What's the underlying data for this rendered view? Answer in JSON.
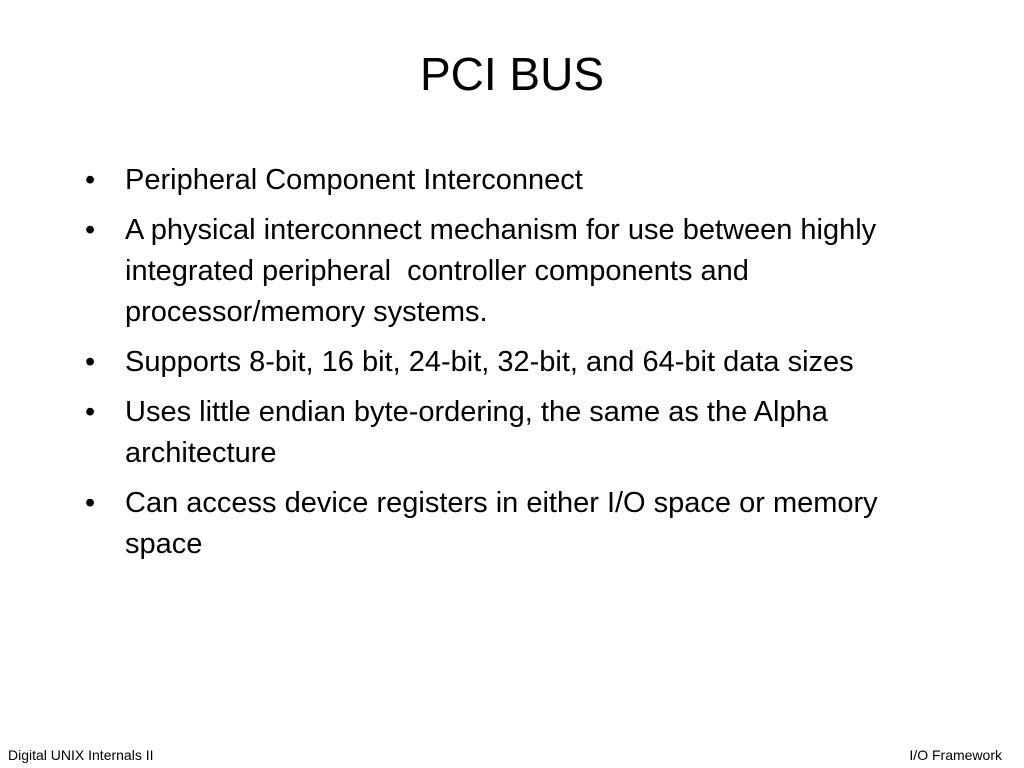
{
  "slide": {
    "title": "PCI BUS",
    "bullet_glyph": "•",
    "bullets": [
      "Peripheral Component Interconnect",
      "A physical interconnect mechanism for use between highly integrated peripheral  controller components and processor/memory systems.",
      "Supports 8-bit, 16 bit, 24-bit, 32-bit, and 64-bit data sizes",
      "Uses little endian byte-ordering, the same as the Alpha architecture",
      "Can access device registers in either I/O space or memory space"
    ]
  },
  "footer": {
    "left": "Digital UNIX Internals II",
    "right": "I/O Framework"
  }
}
